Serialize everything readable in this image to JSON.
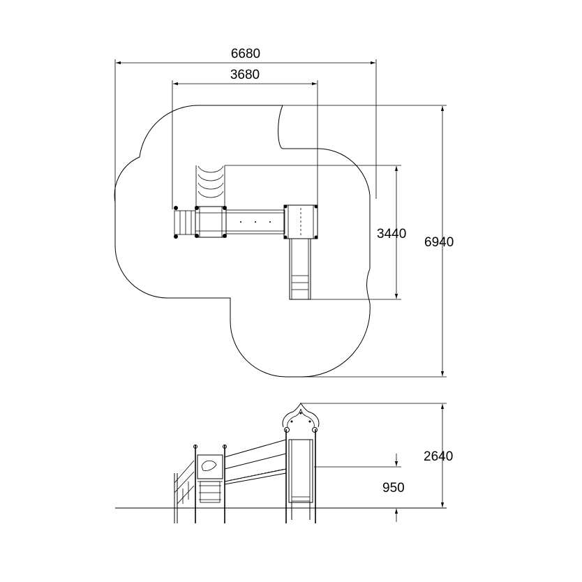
{
  "plan_view": {
    "dim_overall_width": "6680",
    "dim_structure_width": "3680",
    "dim_structure_depth": "3440",
    "dim_overall_depth": "6940"
  },
  "elevation_view": {
    "dim_total_height": "2640",
    "dim_platform_height": "950"
  }
}
